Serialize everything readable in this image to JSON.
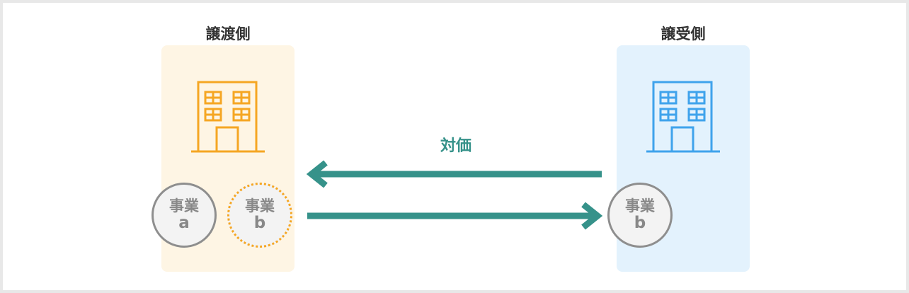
{
  "transferor": {
    "title": "譲渡側",
    "color": "#f5a623",
    "panel_bg": "#fef5e4",
    "businesses": [
      {
        "name": "事業",
        "id": "a",
        "border": "solid"
      },
      {
        "name": "事業",
        "id": "b",
        "border": "dotted"
      }
    ]
  },
  "transferee": {
    "title": "譲受側",
    "color": "#3fa3ec",
    "panel_bg": "#e3f2fd",
    "businesses": [
      {
        "name": "事業",
        "id": "b",
        "border": "solid"
      }
    ]
  },
  "consideration": {
    "label": "対価",
    "color": "#36928a"
  },
  "icons": {
    "building": "building-icon",
    "arrow": "arrow-icon"
  }
}
